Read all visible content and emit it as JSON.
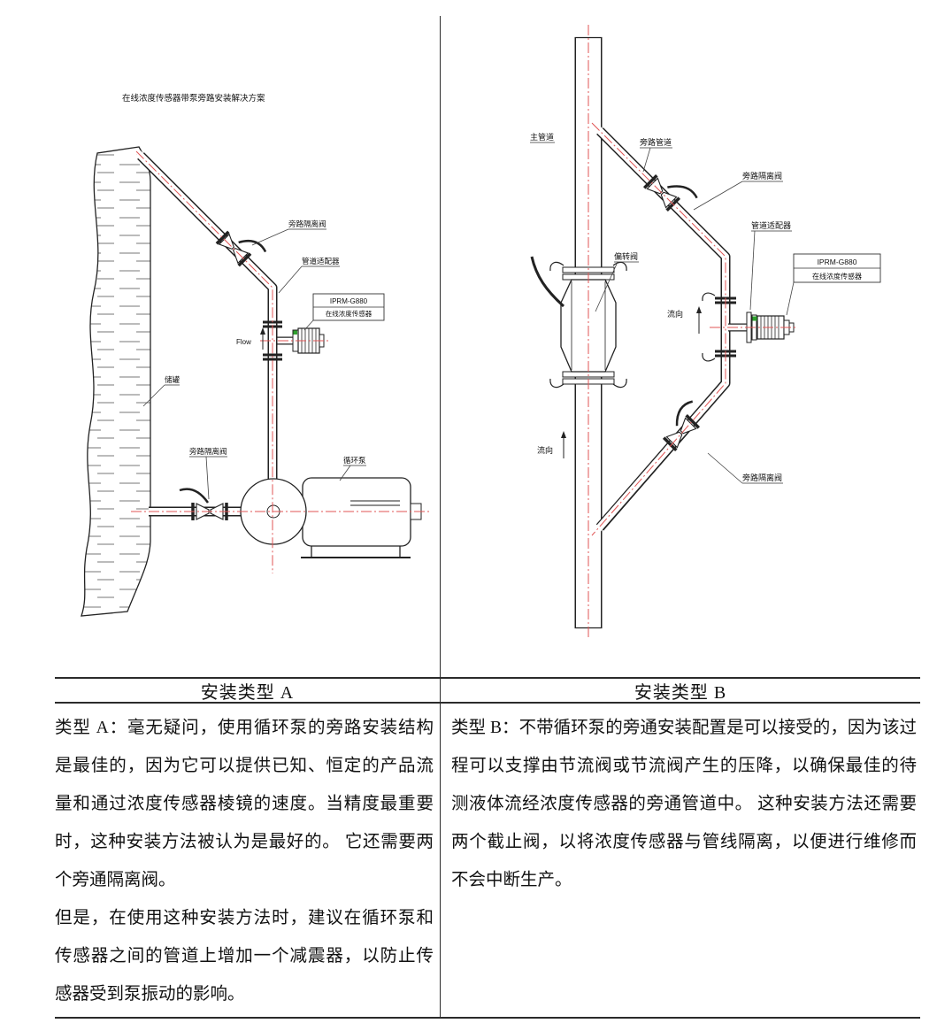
{
  "document": {
    "header_a": "安装类型 A",
    "header_b": "安装类型 B",
    "body_a_p1": "类型 A：毫无疑问，使用循环泵的旁路安装结构是最佳的，因为它可以提供已知、恒定的产品流量和通过浓度传感器棱镜的速度。当精度最重要时，这种安装方法被认为是最好的。 它还需要两个旁通隔离阀。",
    "body_a_p2": "但是，在使用这种安装方法时，建议在循环泵和传感器之间的管道上增加一个减震器，以防止传感器受到泵振动的影响。",
    "body_b_p1": "类型 B：不带循环泵的旁通安装配置是可以接受的，因为该过程可以支撑由节流阀或节流阀产生的压降，以确保最佳的待测液体流经浓度传感器的旁通管道中。 这种安装方法还需要两个截止阀，以将浓度传感器与管线隔离，以便进行维修而不会中断生产。"
  },
  "diagram_a": {
    "title": "在线浓度传感器带泵旁路安装解决方案",
    "labels": {
      "bypass_valve_top": "旁路隔离阀",
      "pipe_adapter": "管道适配器",
      "sensor_model": "IPRM-G880",
      "sensor_name": "在线浓度传感器",
      "flow": "Flow",
      "tank": "储罐",
      "bypass_valve_bottom": "旁路隔离阀",
      "pump": "循环泵"
    }
  },
  "diagram_b": {
    "labels": {
      "main_pipe": "主管道",
      "bypass_pipe": "旁路管道",
      "bypass_valve_top": "旁路隔离阀",
      "pipe_adapter": "管道适配器",
      "sensor_model": "IPRM-G880",
      "sensor_name": "在线浓度传感器",
      "throttle_valve": "偏转阀",
      "flow_sensor": "流向",
      "flow_main": "流向",
      "bypass_valve_bottom": "旁路隔离阀"
    }
  },
  "colors": {
    "line": "#222222",
    "centerline_red": "#e05555",
    "sensor_green": "#2fa12f"
  }
}
